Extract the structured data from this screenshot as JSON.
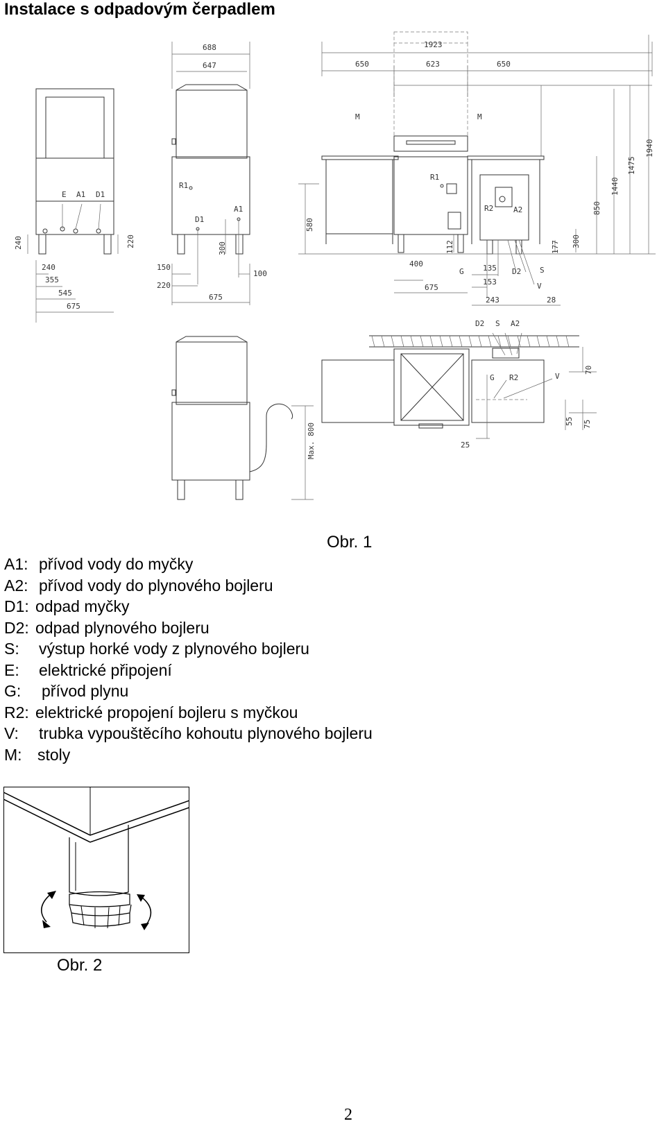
{
  "page_title": "Instalace s odpadovým čerpadlem",
  "figure1": {
    "caption": "Obr. 1",
    "dims": {
      "d688": "688",
      "d647": "647",
      "d1923": "1923",
      "d650a": "650",
      "d623": "623",
      "d650b": "650",
      "d240v": "240",
      "d220v": "220",
      "d300v": "300",
      "d580v": "580",
      "d112v": "112",
      "d177v": "177",
      "d300v2": "300",
      "d850v": "850",
      "d1440v": "1440",
      "d1475v": "1475",
      "d1940v": "1940",
      "d240": "240",
      "d355": "355",
      "d545": "545",
      "d675a": "675",
      "d150": "150",
      "d220": "220",
      "d675b": "675",
      "d100": "100",
      "d400": "400",
      "d675c": "675",
      "d135": "135",
      "d153": "153",
      "d243": "243",
      "d28": "28",
      "d70v": "70",
      "d55v": "55",
      "d75v": "75",
      "d25": "25",
      "dmax800": "Max. 800"
    },
    "labels": {
      "E": "E",
      "A1a": "A1",
      "D1a": "D1",
      "R1a": "R1",
      "D1b": "D1",
      "A1b": "A1",
      "M1": "M",
      "M2": "M",
      "R1b": "R1",
      "R2a": "R2",
      "A2a": "A2",
      "G1": "G",
      "D2a": "D2",
      "S1": "S",
      "V1": "V",
      "D2b": "D2",
      "S2": "S",
      "A2b": "A2",
      "G2": "G",
      "R2b": "R2",
      "V2": "V"
    }
  },
  "legend": [
    {
      "key": "A1:",
      "text": "přívod vody do myčky"
    },
    {
      "key": "A2:",
      "text": "přívod vody do plynového bojleru"
    },
    {
      "key": "D1:",
      "text": "odpad myčky"
    },
    {
      "key": "D2:",
      "text": "odpad plynového bojleru"
    },
    {
      "key": "S:",
      "text": "výstup horké vody z plynového bojleru"
    },
    {
      "key": "E:",
      "text": "elektrické připojení"
    },
    {
      "key": "G:",
      "text": "přívod plynu"
    },
    {
      "key": "R2:",
      "text": "elektrické propojení bojleru s myčkou"
    },
    {
      "key": "V:",
      "text": "trubka vypouštěcího kohoutu plynového bojleru"
    },
    {
      "key": "M:",
      "text": "stoly"
    }
  ],
  "figure2": {
    "caption": "Obr. 2"
  },
  "page_number": "2"
}
